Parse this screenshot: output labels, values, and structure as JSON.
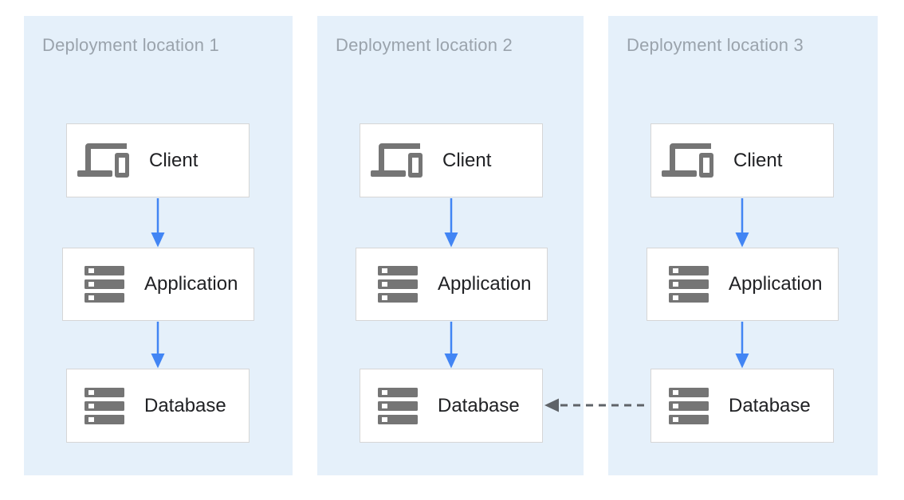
{
  "diagram": {
    "panels": [
      {
        "title": "Deployment location 1",
        "nodes": [
          {
            "id": "client-1",
            "label": "Client",
            "icon": "devices-icon"
          },
          {
            "id": "application-1",
            "label": "Application",
            "icon": "storage-icon"
          },
          {
            "id": "database-1",
            "label": "Database",
            "icon": "storage-icon"
          }
        ]
      },
      {
        "title": "Deployment location 2",
        "nodes": [
          {
            "id": "client-2",
            "label": "Client",
            "icon": "devices-icon"
          },
          {
            "id": "application-2",
            "label": "Application",
            "icon": "storage-icon"
          },
          {
            "id": "database-2",
            "label": "Database",
            "icon": "storage-icon"
          }
        ]
      },
      {
        "title": "Deployment location 3",
        "nodes": [
          {
            "id": "client-3",
            "label": "Client",
            "icon": "devices-icon"
          },
          {
            "id": "application-3",
            "label": "Application",
            "icon": "storage-icon"
          },
          {
            "id": "database-3",
            "label": "Database",
            "icon": "storage-icon"
          }
        ]
      }
    ],
    "connections": [
      {
        "from": "client-1",
        "to": "application-1",
        "style": "solid"
      },
      {
        "from": "application-1",
        "to": "database-1",
        "style": "solid"
      },
      {
        "from": "client-2",
        "to": "application-2",
        "style": "solid"
      },
      {
        "from": "application-2",
        "to": "database-2",
        "style": "solid"
      },
      {
        "from": "client-3",
        "to": "application-3",
        "style": "solid"
      },
      {
        "from": "application-3",
        "to": "database-3",
        "style": "solid"
      },
      {
        "from": "database-3",
        "to": "database-2",
        "style": "dashed"
      }
    ],
    "colors": {
      "panel_background": "#E5F0FA",
      "node_background": "#FFFFFF",
      "node_border": "#D6D6D6",
      "title_text": "#9AA3AC",
      "label_text": "#202124",
      "icon_gray": "#757575",
      "solid_arrow": "#4285F4",
      "dashed_arrow": "#5F6368"
    }
  }
}
